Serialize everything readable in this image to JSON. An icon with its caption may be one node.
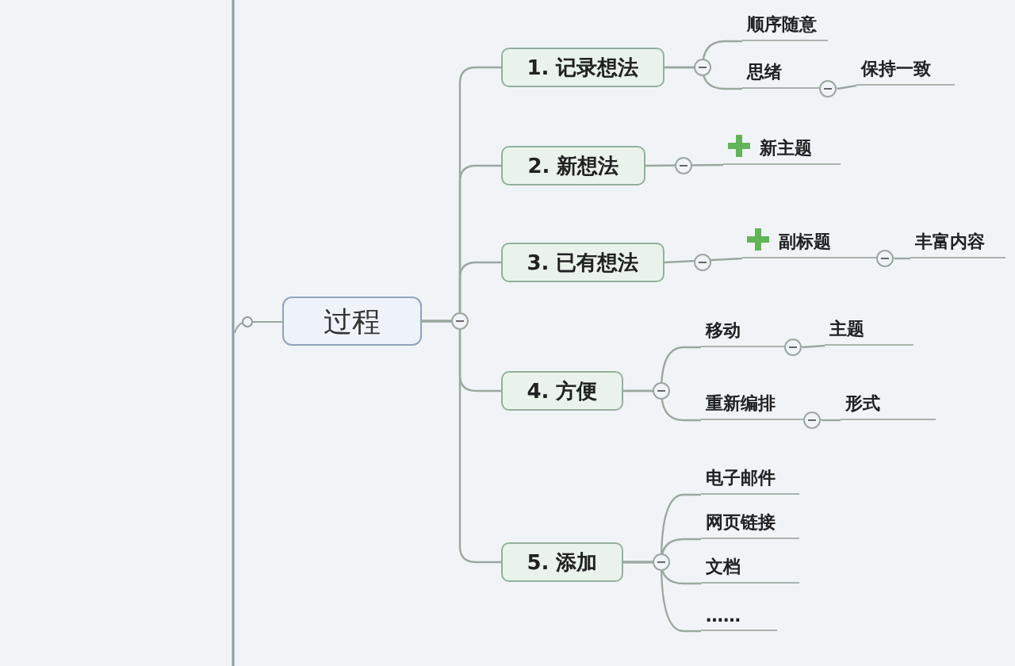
{
  "diagram": {
    "nodes": [
      {
        "text": [
          "过程"
        ]
      },
      {
        "text": [
          "1. 记录想法"
        ]
      },
      {
        "text": [
          "顺序随意"
        ]
      },
      {
        "text": [
          "思绪"
        ]
      },
      {
        "text": [
          "保持一致"
        ]
      },
      {
        "text": [
          "2. 新想法"
        ]
      },
      {
        "text": [
          "新主题"
        ]
      },
      {
        "text": [
          "3. 已有想法"
        ]
      },
      {
        "text": [
          "副标题"
        ]
      },
      {
        "text": [
          "丰富内容"
        ]
      },
      {
        "text": [
          "4. 方便"
        ]
      },
      {
        "text": [
          "移动"
        ]
      },
      {
        "text": [
          "主题"
        ]
      },
      {
        "text": [
          "重新编排"
        ]
      },
      {
        "text": [
          "形式"
        ]
      },
      {
        "text": [
          "5. 添加"
        ]
      },
      {
        "text": [
          "电子邮件"
        ]
      },
      {
        "text": [
          "网页链接"
        ]
      },
      {
        "text": [
          "文档"
        ]
      },
      {
        "text": [
          "……"
        ]
      }
    ],
    "edges": [
      {
        "from": 0,
        "to": 1,
        "arrow": "none"
      },
      {
        "from": 0,
        "to": 5,
        "arrow": "none"
      },
      {
        "from": 0,
        "to": 7,
        "arrow": "none"
      },
      {
        "from": 0,
        "to": 10,
        "arrow": "none"
      },
      {
        "from": 0,
        "to": 15,
        "arrow": "none"
      },
      {
        "from": 1,
        "to": 2,
        "arrow": "none"
      },
      {
        "from": 1,
        "to": 3,
        "arrow": "none"
      },
      {
        "from": 3,
        "to": 4,
        "arrow": "none"
      },
      {
        "from": 5,
        "to": 6,
        "arrow": "none"
      },
      {
        "from": 7,
        "to": 8,
        "arrow": "none"
      },
      {
        "from": 8,
        "to": 9,
        "arrow": "none"
      },
      {
        "from": 10,
        "to": 11,
        "arrow": "none"
      },
      {
        "from": 10,
        "to": 13,
        "arrow": "none"
      },
      {
        "from": 11,
        "to": 12,
        "arrow": "none"
      },
      {
        "from": 13,
        "to": 14,
        "arrow": "none"
      },
      {
        "from": 15,
        "to": 16,
        "arrow": "none"
      },
      {
        "from": 15,
        "to": 17,
        "arrow": "none"
      },
      {
        "from": 15,
        "to": 18,
        "arrow": "none"
      },
      {
        "from": 15,
        "to": 19,
        "arrow": "none"
      }
    ]
  }
}
